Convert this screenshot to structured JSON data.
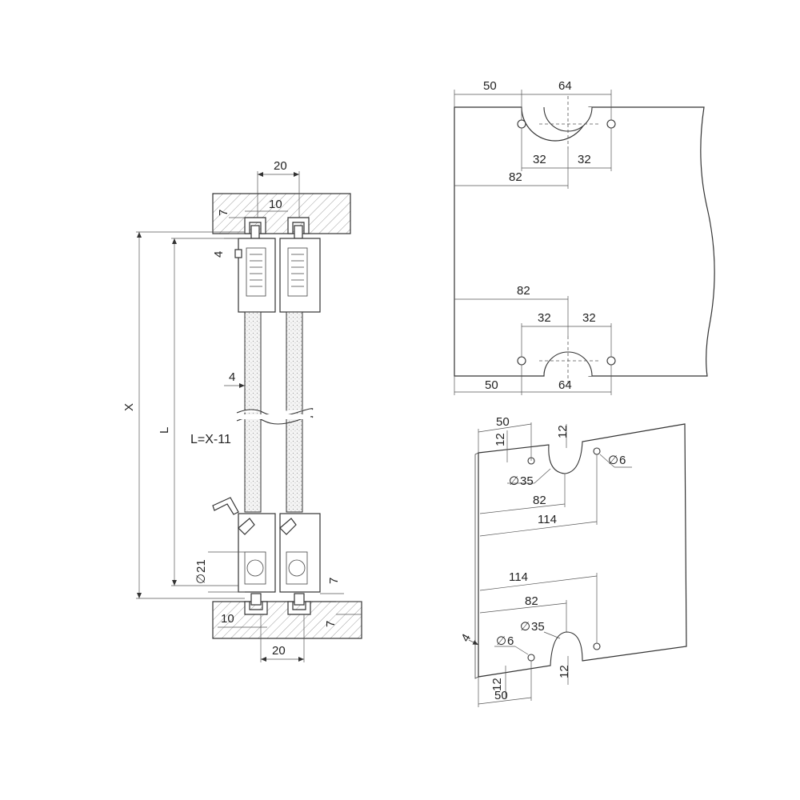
{
  "side_section": {
    "top_width": "20",
    "top_gap": "10",
    "top_depth": "7",
    "top_offset": "4",
    "glass_thickness": "4",
    "height_total": "X",
    "length": "L",
    "formula": "L=X-11",
    "roller_diameter": "21",
    "bottom_gap": "10",
    "bottom_width": "20",
    "bottom_depth_a": "7",
    "bottom_depth_b": "7"
  },
  "front_view": {
    "top_edge_offset": "50",
    "top_cutout_width": "64",
    "top_half_left": "32",
    "top_half_right": "32",
    "top_center_dist": "82",
    "bottom_center_dist": "82",
    "bottom_half_left": "32",
    "bottom_half_right": "32",
    "bottom_edge_offset": "50",
    "bottom_cutout_width": "64"
  },
  "iso_view": {
    "top_edge_offset": "50",
    "top_vert_a": "12",
    "top_vert_b": "12",
    "top_hole_dia": "6",
    "top_cutout_dia": "35",
    "top_center_dist": "82",
    "top_span": "114",
    "bottom_span": "114",
    "bottom_center_dist": "82",
    "bottom_cutout_dia": "35",
    "bottom_hole_dia": "6",
    "glass_thickness": "4",
    "bottom_vert_a": "12",
    "bottom_vert_b": "12",
    "bottom_edge_offset": "50"
  },
  "symbols": {
    "diameter": "∅"
  }
}
